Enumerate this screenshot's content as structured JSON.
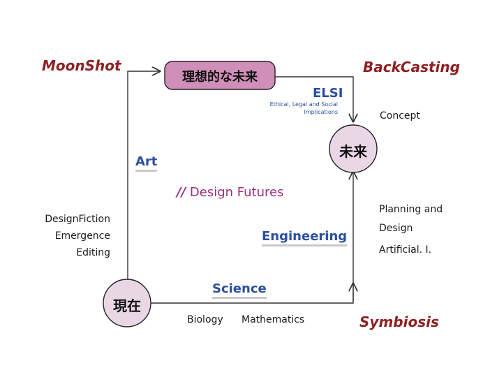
{
  "corners": {
    "top_left": "MoonShot",
    "top_right": "BackCasting",
    "bottom_right": "Symbiosis"
  },
  "nodes": {
    "ideal_future": "理想的な未来",
    "future": "未来",
    "present": "現在"
  },
  "elsi": {
    "title": "ELSI",
    "line1": "Ethical, Legal and Social",
    "line2": "Implications"
  },
  "edges": {
    "left": "Art",
    "right": "Engineering",
    "bottom": "Science"
  },
  "center": {
    "mark": "//",
    "title": "Design Futures"
  },
  "left_side": [
    "DesignFiction",
    "Emergence",
    "Editing"
  ],
  "right_side": {
    "concept": "Concept",
    "planning_line1": "Planning and",
    "planning_line2": "Design",
    "ai": "Artificial. I."
  },
  "bottom_side": [
    "Biology",
    "Mathematics"
  ],
  "colors": {
    "node_fill_ideal": "#d08fb8",
    "node_fill_circle": "#ead7e6",
    "corner_red": "#8e1f22",
    "label_blue": "#2b4fa0",
    "accent_purple": "#9b2f7c"
  }
}
